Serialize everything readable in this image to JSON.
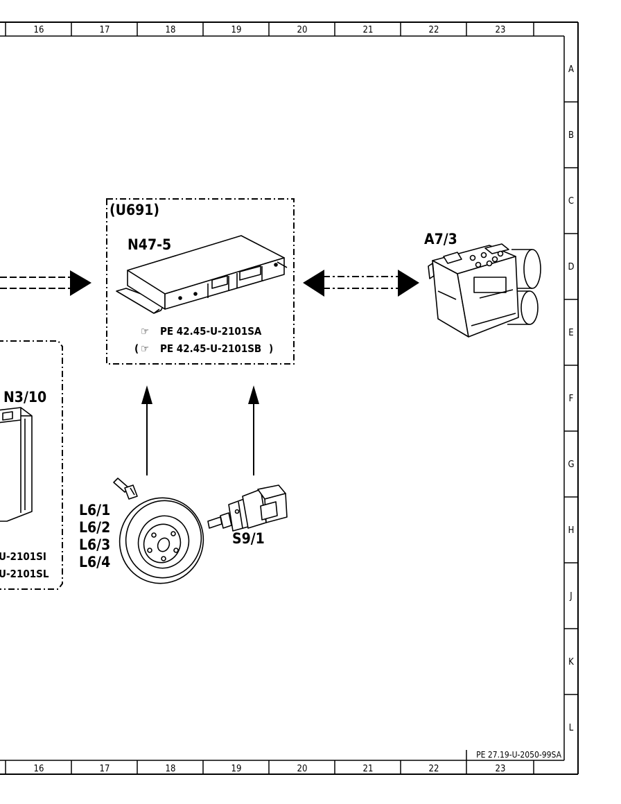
{
  "grid": {
    "columns": [
      "16",
      "17",
      "18",
      "19",
      "20",
      "21",
      "22",
      "23"
    ],
    "rows": [
      "A",
      "B",
      "C",
      "D",
      "E",
      "F",
      "G",
      "H",
      "J",
      "K",
      "L"
    ]
  },
  "components": {
    "n47_group": {
      "variant": "(U691)",
      "label": "N47-5",
      "refs": [
        "PE  42.45-U-2101SA",
        "PE  42.45-U-2101SB"
      ]
    },
    "n3_group": {
      "label": "N3/10",
      "refs": [
        "U-2101SI",
        "U-2101SL"
      ]
    },
    "a7": {
      "label": "A7/3"
    },
    "wheel_sensors": {
      "labels": [
        "L6/1",
        "L6/2",
        "L6/3",
        "L6/4"
      ]
    },
    "switch": {
      "label": "S9/1"
    }
  },
  "footer": {
    "doc_number": "PE  27.19-U-2050-99SA"
  }
}
